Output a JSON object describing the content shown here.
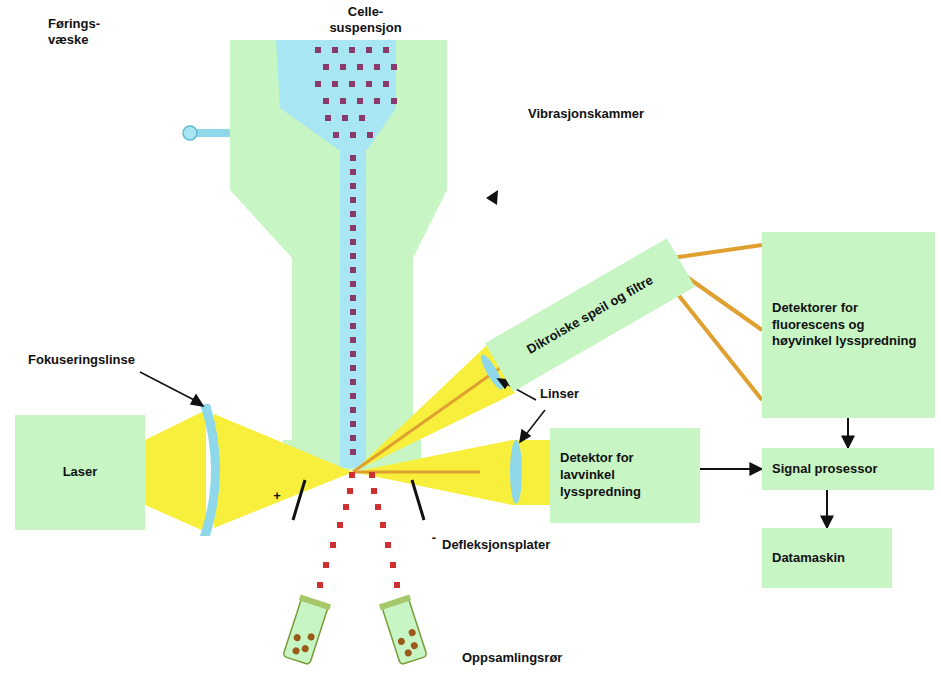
{
  "diagram": {
    "nodes": [
      {
        "text": [
          "Laser"
        ]
      },
      {
        "text": [
          "Dikroiske speil og filtre"
        ]
      },
      {
        "text": [
          "Detektorer for fluorescens og høyvinkel lysspredning"
        ]
      },
      {
        "text": [
          "Detektor for lavvinkel lysspredning"
        ]
      },
      {
        "text": [
          "Signal prosessor"
        ]
      },
      {
        "text": [
          "Datamaskin"
        ]
      }
    ],
    "edges": [
      {
        "from": 3,
        "to": 4,
        "arrow": "to"
      },
      {
        "from": 2,
        "to": 4,
        "arrow": "to"
      },
      {
        "from": 4,
        "to": 5,
        "arrow": "to"
      }
    ],
    "labels": [
      "Celle- suspensjon",
      "Førings- væske",
      "Vibrasjonskammer",
      "Fokuseringslinse",
      "Linser",
      "+",
      "-",
      "Defleksjonsplater",
      "Oppsamlingsrør"
    ]
  }
}
